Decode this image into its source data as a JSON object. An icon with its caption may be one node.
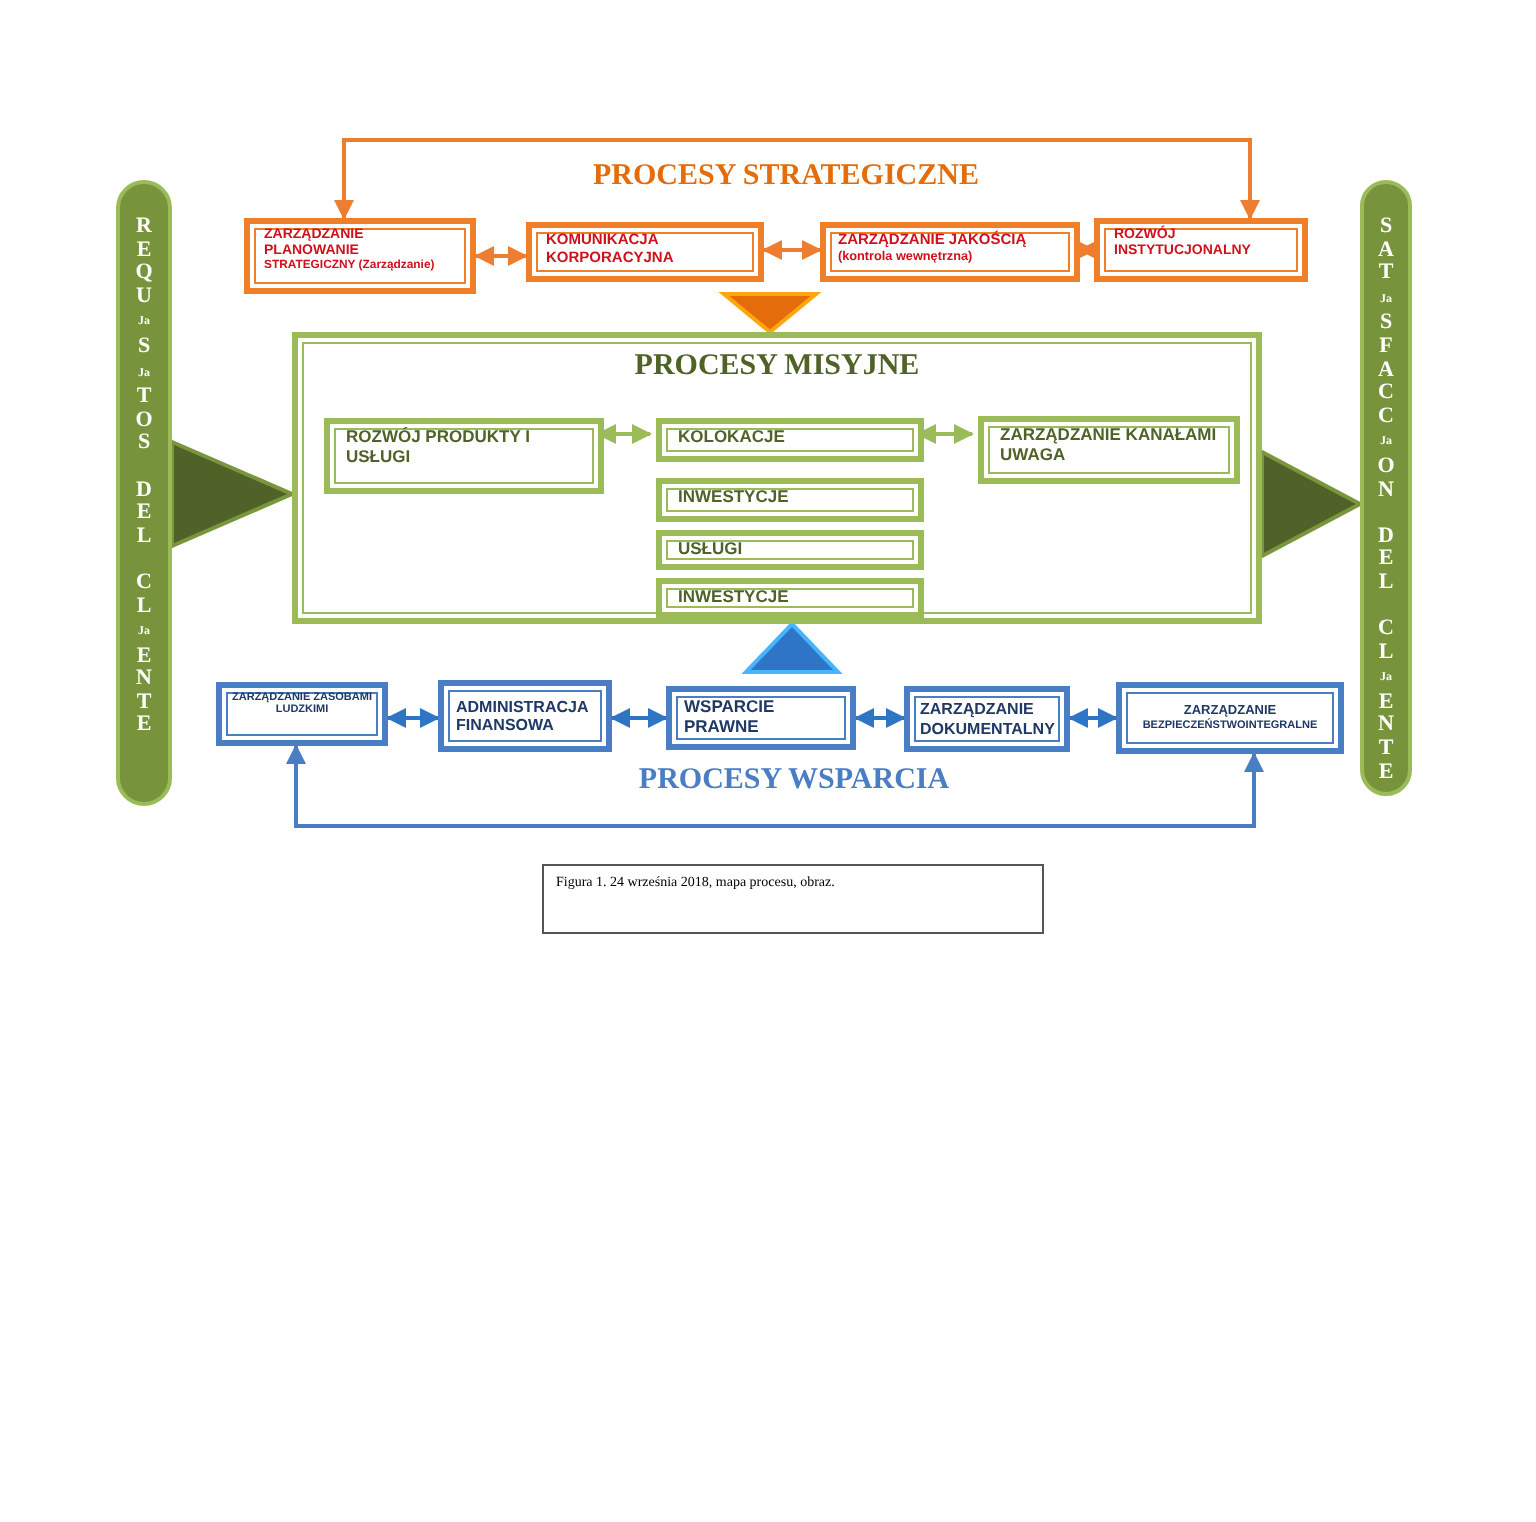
{
  "diagram": {
    "caption": "Figura 1. 24 września 2018, mapa procesu, obraz.",
    "nodes": [
      {
        "text": [
          "REQUJaSJaTOS DEL CLJaENTE"
        ]
      },
      {
        "text": [
          "SATJaSFACCJaON DEL CLJaENTE"
        ]
      },
      {
        "text": [
          "ZARZĄDZANIE PLANOWANIE",
          "STRATEGICZNY (Zarządzanie)"
        ]
      },
      {
        "text": [
          "KOMUNIKACJA KORPORACYJNA"
        ]
      },
      {
        "text": [
          "ZARZĄDZANIE JAKOŚCIĄ",
          "(kontrola wewnętrzna)"
        ]
      },
      {
        "text": [
          "ROZWÓJ INSTYTUCJONALNY"
        ]
      },
      {
        "text": [
          "PROCESY MISYJNE"
        ]
      },
      {
        "text": [
          "ROZWÓJ PRODUKTY I USŁUGI"
        ],
        "in": 6
      },
      {
        "text": [
          "KOLOKACJE"
        ],
        "in": 6
      },
      {
        "text": [
          "ZARZĄDZANIE KANAŁAMI UWAGA"
        ],
        "in": 6
      },
      {
        "text": [
          "INWESTYCJE"
        ],
        "in": 6
      },
      {
        "text": [
          "USŁUGI"
        ],
        "in": 6
      },
      {
        "text": [
          "INWESTYCJE"
        ],
        "in": 6
      },
      {
        "text": [
          "ZARZĄDZANIE ZASOBAMI LUDZKIMI"
        ]
      },
      {
        "text": [
          "ADMINISTRACJA FINANSOWA"
        ]
      },
      {
        "text": [
          "WSPARCIE PRAWNE"
        ]
      },
      {
        "text": [
          "ZARZĄDZANIE DOKUMENTALNY"
        ]
      },
      {
        "text": [
          "ZARZĄDZANIE",
          "BEZPIECZEŃSTWOINTEGRALNE"
        ]
      }
    ],
    "edges": [
      {
        "from": 2,
        "to": 3,
        "arrow": "both",
        "color": "#ed7d31"
      },
      {
        "from": 3,
        "to": 4,
        "arrow": "both",
        "color": "#ed7d31"
      },
      {
        "from": 4,
        "to": 5,
        "arrow": "both",
        "color": "#ed7d31"
      },
      {
        "from": 5,
        "to": 2,
        "arrow": "both",
        "color": "#ed7d31"
      },
      {
        "from": 7,
        "to": 8,
        "arrow": "both",
        "color": "#9bbb59"
      },
      {
        "from": 8,
        "to": 9,
        "arrow": "both",
        "color": "#9bbb59"
      },
      {
        "from": 13,
        "to": 14,
        "arrow": "both",
        "color": "#2e75c6"
      },
      {
        "from": 14,
        "to": 15,
        "arrow": "both",
        "color": "#2e75c6"
      },
      {
        "from": 15,
        "to": 16,
        "arrow": "both",
        "color": "#2e75c6"
      },
      {
        "from": 16,
        "to": 17,
        "arrow": "both",
        "color": "#2e75c6"
      },
      {
        "from": 13,
        "to": 17,
        "arrow": "both",
        "color": "#4a7ec4"
      },
      {
        "from": 0,
        "to": 6,
        "arrow": "to",
        "style": "thick",
        "color": "#4f6228"
      },
      {
        "from": 6,
        "to": 1,
        "arrow": "to",
        "style": "thick",
        "color": "#4f6228"
      },
      {
        "from": null,
        "to": 6,
        "arrow": "to",
        "style": "thick",
        "color": "#e46c0a"
      },
      {
        "from": null,
        "to": 6,
        "arrow": "to",
        "style": "thick",
        "color": "#2e75c6"
      }
    ],
    "labels": [
      "PROCESY STRATEGICZNE",
      "PROCESY WSPARCIA"
    ]
  }
}
